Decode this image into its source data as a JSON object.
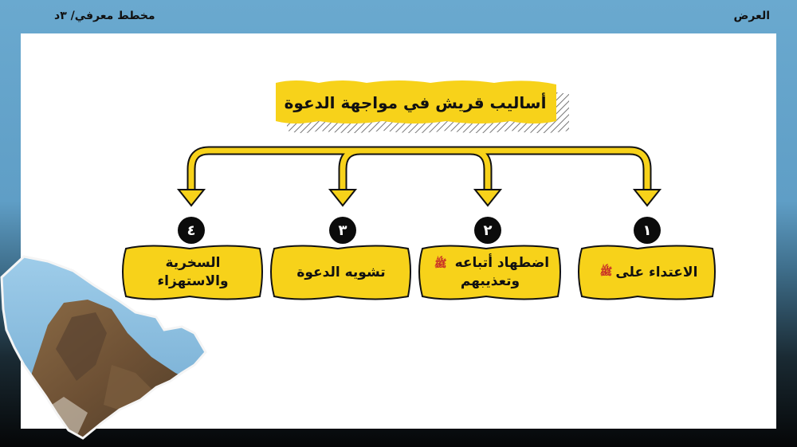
{
  "header": {
    "right_label": "العرض",
    "left_label": "مخطط معرفي/ ٣د"
  },
  "diagram": {
    "title": "أساليب قريش في مواجهة الدعوة",
    "pbuh_symbol": "ﷺ",
    "items": [
      {
        "number": "١",
        "text": "الاعتداء على"
      },
      {
        "number": "٢",
        "text_line1": "اضطهاد أتباعه",
        "text_line2": "وتعذيبهم"
      },
      {
        "number": "٣",
        "text": "تشويه الدعوة"
      },
      {
        "number": "٤",
        "text_line1": "السخرية",
        "text_line2": "والاستهزاء"
      }
    ]
  },
  "colors": {
    "accent": "#f7d21a",
    "outline": "#111111",
    "number_bg": "#0b0b0b",
    "pbuh": "#c62828"
  }
}
